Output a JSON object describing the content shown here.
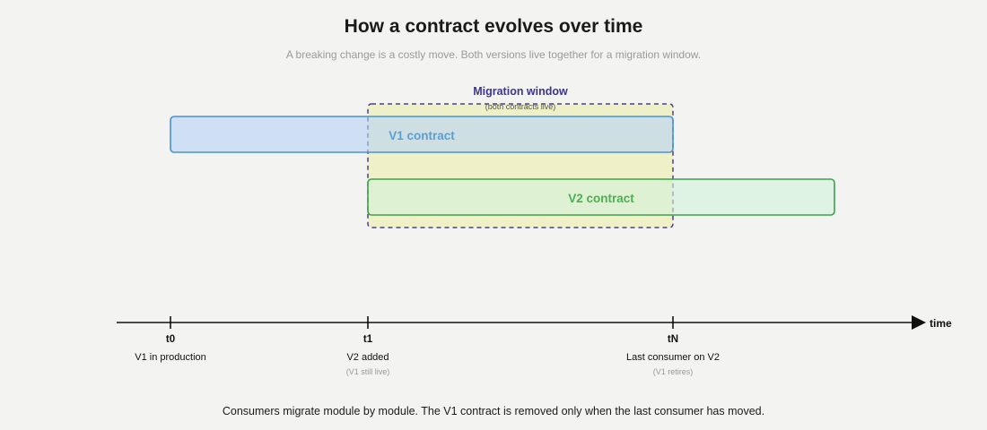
{
  "header": {
    "title": "How a contract evolves over time",
    "subtitle": "A breaking change is a costly move. Both versions live together for a migration window."
  },
  "migration_window": {
    "label": "Migration window",
    "sublabel": "(both contracts live)"
  },
  "contracts": {
    "v1": {
      "label": "V1 contract"
    },
    "v2": {
      "label": "V2 contract"
    }
  },
  "timeline": {
    "axis_label": "time",
    "ticks": [
      {
        "id": "t0",
        "label": "t0",
        "desc": "V1 in production",
        "note": ""
      },
      {
        "id": "t1",
        "label": "t1",
        "desc": "V2 added",
        "note": "(V1 still live)"
      },
      {
        "id": "tN",
        "label": "tN",
        "desc": "Last consumer on V2",
        "note": "(V1 retires)"
      }
    ]
  },
  "footer": {
    "text": "Consumers migrate module by module. The V1 contract is removed only when the last consumer has moved."
  },
  "colors": {
    "v1_fill": "#cfe1f6",
    "v1_stroke": "#4a90d9",
    "v1_text": "#5a9fd4",
    "v2_fill": "#e1f6e6",
    "v2_stroke": "#3fa14a",
    "v2_text": "#4caf50",
    "window_fill": "#f0f0c8",
    "window_stroke": "#4b3f8c",
    "window_text": "#3d3590"
  }
}
